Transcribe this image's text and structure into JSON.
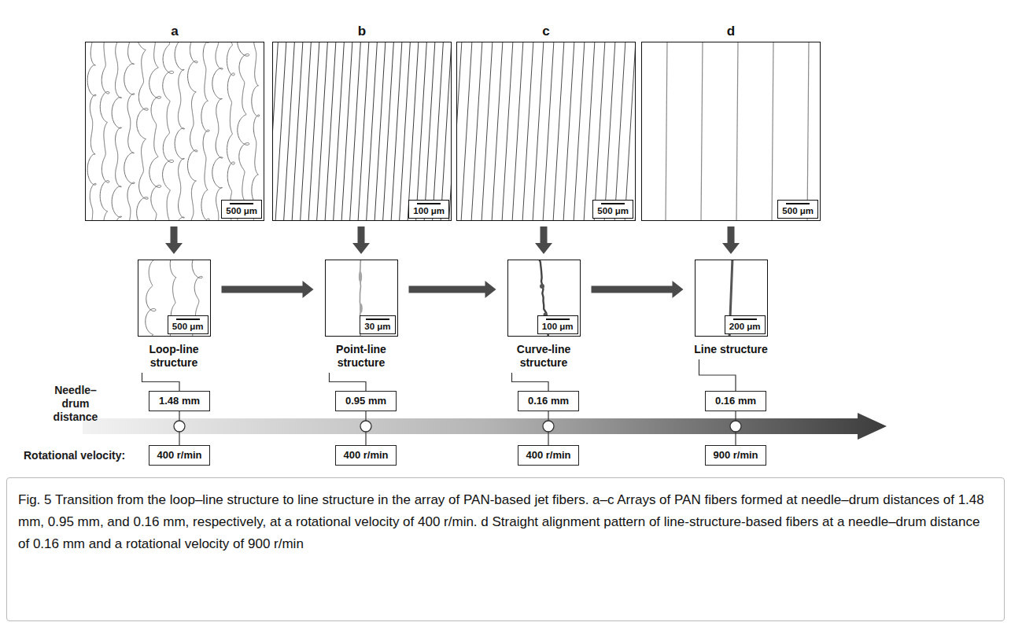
{
  "diagram": {
    "caption": "Fig. 5 Transition from the loop–line structure to line structure in the array of PAN-based jet fibers. a–c Arrays of PAN fibers formed at needle–drum distances of 1.48 mm, 0.95 mm, and 0.16 mm, respectively, at a rotational velocity of 400 r/min. d Straight alignment pattern of line-structure-based fibers at a needle–drum distance of 0.16 mm and a rotational velocity of 900 r/min",
    "nodes": [
      {
        "text": [
          "a"
        ]
      },
      {
        "text": [
          "500 μm"
        ],
        "in": 0
      },
      {
        "text": [
          "b"
        ]
      },
      {
        "text": [
          "100 μm"
        ],
        "in": 2
      },
      {
        "text": [
          "c"
        ]
      },
      {
        "text": [
          "500 μm"
        ],
        "in": 4
      },
      {
        "text": [
          "d"
        ]
      },
      {
        "text": [
          "500 μm"
        ],
        "in": 6
      },
      {
        "text": [
          "Loop-line structure"
        ]
      },
      {
        "text": [
          "500 μm"
        ],
        "in": 8
      },
      {
        "text": [
          "Point-line structure"
        ]
      },
      {
        "text": [
          "30 μm"
        ],
        "in": 10
      },
      {
        "text": [
          "Curve-line structure"
        ]
      },
      {
        "text": [
          "100 μm"
        ],
        "in": 12
      },
      {
        "text": [
          "Line structure"
        ]
      },
      {
        "text": [
          "200 μm"
        ],
        "in": 14
      },
      {
        "text": [
          "1.48 mm"
        ]
      },
      {
        "text": [
          "0.95 mm"
        ]
      },
      {
        "text": [
          "0.16 mm"
        ]
      },
      {
        "text": [
          "0.16 mm"
        ]
      },
      {
        "text": [
          "400 r/min"
        ]
      },
      {
        "text": [
          "400 r/min"
        ]
      },
      {
        "text": [
          "400 r/min"
        ]
      },
      {
        "text": [
          "900 r/min"
        ]
      }
    ],
    "edges": [
      {
        "from": 0,
        "to": 8,
        "arrow": "to"
      },
      {
        "from": 2,
        "to": 10,
        "arrow": "to"
      },
      {
        "from": 4,
        "to": 12,
        "arrow": "to"
      },
      {
        "from": 6,
        "to": 14,
        "arrow": "to"
      },
      {
        "from": 8,
        "to": 10,
        "arrow": "to"
      },
      {
        "from": 10,
        "to": 12,
        "arrow": "to"
      },
      {
        "from": 12,
        "to": 14,
        "arrow": "to"
      },
      {
        "from": 8,
        "to": 16,
        "arrow": "none"
      },
      {
        "from": 10,
        "to": 17,
        "arrow": "none"
      },
      {
        "from": 12,
        "to": 18,
        "arrow": "none"
      },
      {
        "from": 14,
        "to": 19,
        "arrow": "none"
      },
      {
        "from": 16,
        "to": 20,
        "arrow": "none"
      },
      {
        "from": 17,
        "to": 21,
        "arrow": "none"
      },
      {
        "from": 18,
        "to": 22,
        "arrow": "none"
      },
      {
        "from": 19,
        "to": 23,
        "arrow": "none"
      }
    ],
    "labels": [
      "Needle–drum distance",
      "Rotational velocity:"
    ]
  }
}
